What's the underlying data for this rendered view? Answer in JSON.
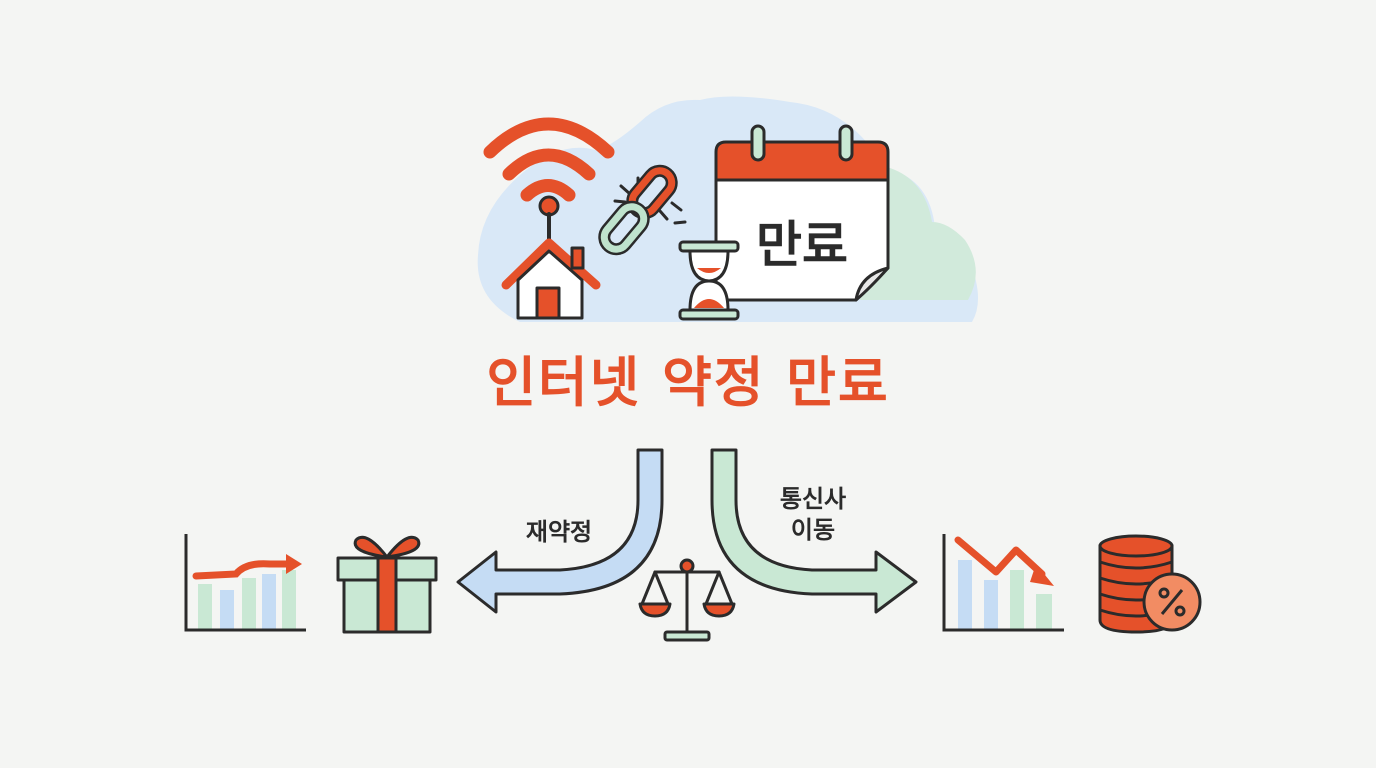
{
  "calendar": {
    "text": "만료"
  },
  "title": "인터넷 약정 만료",
  "paths": {
    "left": {
      "label": "재약정"
    },
    "right": {
      "line1": "통신사",
      "line2": "이동"
    }
  },
  "colors": {
    "accent": "#e5512a",
    "stroke": "#2b2b2b",
    "blue": "#c7dcf2",
    "green": "#c9e8d4",
    "cloud_blue": "#d7e7f7",
    "cloud_green": "#d4ecdc"
  },
  "icons": [
    "wifi-house-icon",
    "broken-chain-icon",
    "calendar-icon",
    "hourglass-icon",
    "rising-chart-icon",
    "gift-icon",
    "scale-icon",
    "falling-chart-icon",
    "coin-percent-icon"
  ]
}
